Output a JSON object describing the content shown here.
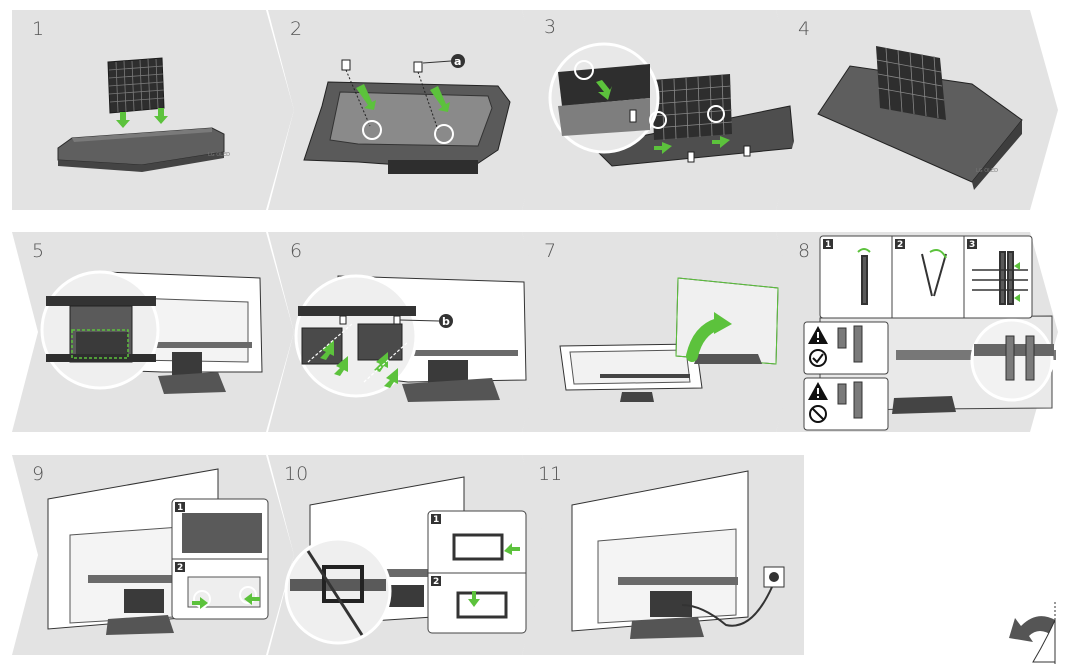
{
  "steps": [
    {
      "number": "1"
    },
    {
      "number": "2",
      "callout": "a"
    },
    {
      "number": "3"
    },
    {
      "number": "4"
    },
    {
      "number": "5"
    },
    {
      "number": "6",
      "callout": "b"
    },
    {
      "number": "7"
    },
    {
      "number": "8",
      "sub_steps": [
        "1",
        "2",
        "3"
      ],
      "warnings": [
        "correct-orientation",
        "incorrect-orientation"
      ]
    },
    {
      "number": "9",
      "sub_steps": [
        "1",
        "2"
      ]
    },
    {
      "number": "10",
      "sub_steps": [
        "1",
        "2"
      ]
    },
    {
      "number": "11"
    }
  ],
  "stand_logo": "LG OLED",
  "colors": {
    "panel_bg": "#e3e3e3",
    "accent_green": "#5cc23c",
    "line_dark": "#2b2b2b",
    "stand_fill": "#6a6a6a",
    "badge": "#333333"
  },
  "icons": [
    "warning-icon",
    "check-icon",
    "prohibited-icon",
    "page-turn-icon"
  ]
}
